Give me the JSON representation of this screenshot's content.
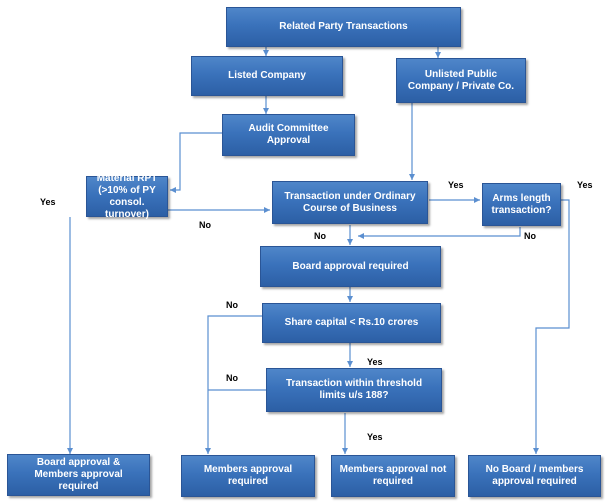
{
  "nodes": {
    "related_party": "Related Party Transactions",
    "listed_company": "Listed Company",
    "unlisted_company": "Unlisted Public Company / Private Co.",
    "audit_committee": "Audit Committee Approval",
    "material_rpt": "Material RPT (>10% of PY consol. turnover)",
    "ordinary_course": "Transaction under Ordinary Course of Business",
    "arms_length": "Arms length transaction?",
    "board_approval": "Board approval required",
    "share_capital": "Share capital < Rs.10 crores",
    "threshold": "Transaction within threshold limits u/s 188?",
    "board_members_approval": "Board approval & Members approval required",
    "members_approval": "Members approval required",
    "members_not_required": "Members approval not required",
    "no_board_members": "No Board / members approval required"
  },
  "edge_labels": {
    "material_yes": "Yes",
    "material_no": "No",
    "ordinary_yes": "Yes",
    "ordinary_no": "No",
    "arms_yes": "Yes",
    "arms_no": "No",
    "share_yes": "Yes",
    "share_no": "No",
    "threshold_yes": "Yes",
    "threshold_no": "No"
  },
  "colors": {
    "box_fill": "#3a72bb",
    "connector": "#5b8fd0"
  }
}
